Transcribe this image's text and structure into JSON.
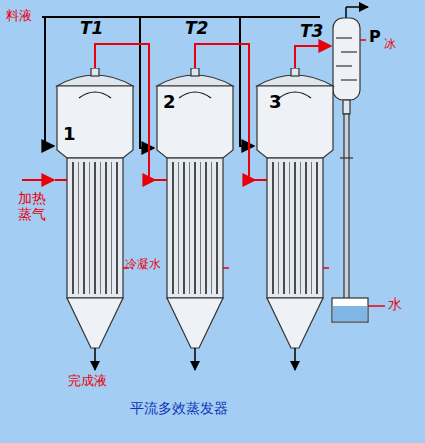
{
  "diagram": {
    "title": "平流多效蒸发器",
    "nodes": [
      {
        "text": [
          "1"
        ]
      },
      {
        "text": [
          "2"
        ]
      },
      {
        "text": [
          "3"
        ]
      }
    ],
    "edges": [
      {
        "from": 0,
        "to": 1,
        "arrow": "to"
      },
      {
        "from": 1,
        "to": 2,
        "arrow": "to"
      }
    ],
    "labels": [
      "料液",
      "T1",
      "T2",
      "T3",
      "加热 蒸气",
      "冷凝水",
      "完成液",
      "P",
      "冰",
      "水"
    ]
  }
}
